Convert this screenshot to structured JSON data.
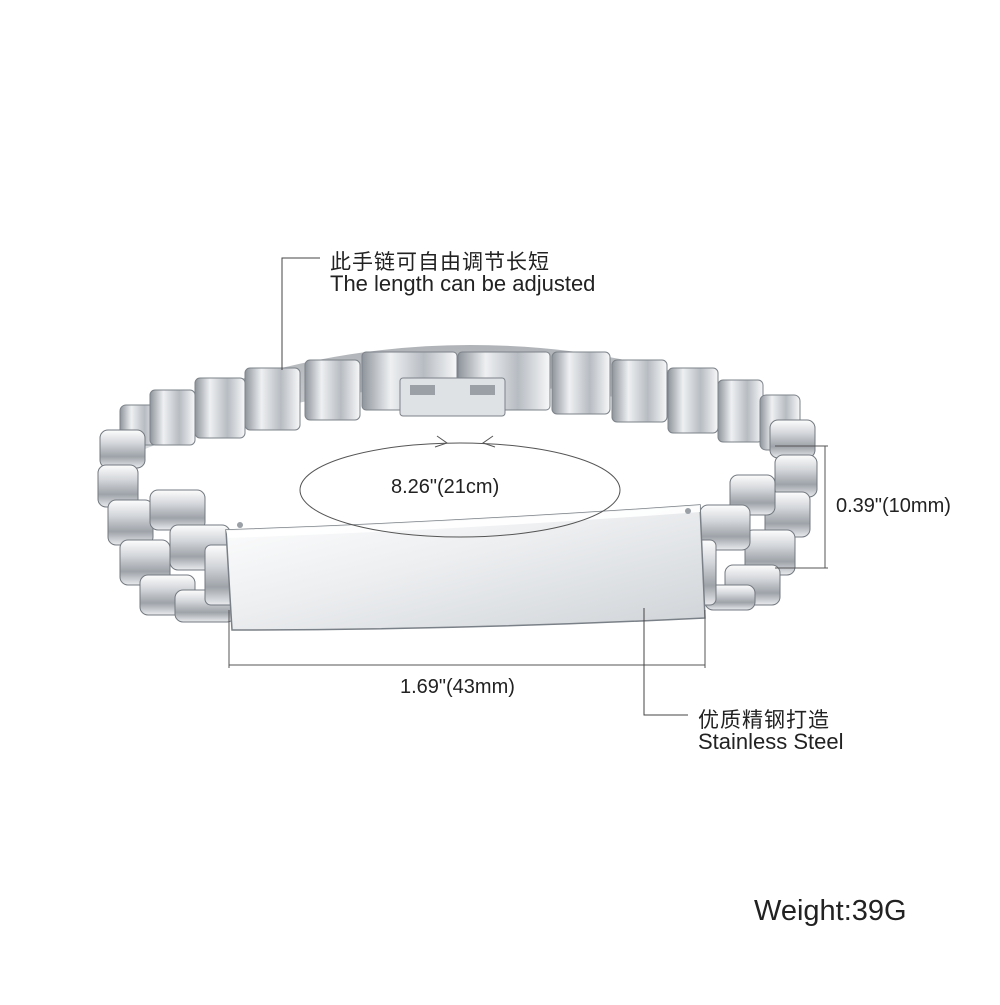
{
  "annotations": {
    "adjust_cn": "此手链可自由调节长短",
    "adjust_en": "The length can be adjusted",
    "circumference": "8.26\"(21cm)",
    "width": "0.39\"(10mm)",
    "plate_length": "1.69\"(43mm)",
    "material_cn": "优质精钢打造",
    "material_en": "Stainless Steel",
    "weight": "Weight:39G"
  },
  "product": {
    "image": "stainless-steel-link-bracelet-with-id-plate",
    "metal_color": "#c8cbcf"
  }
}
